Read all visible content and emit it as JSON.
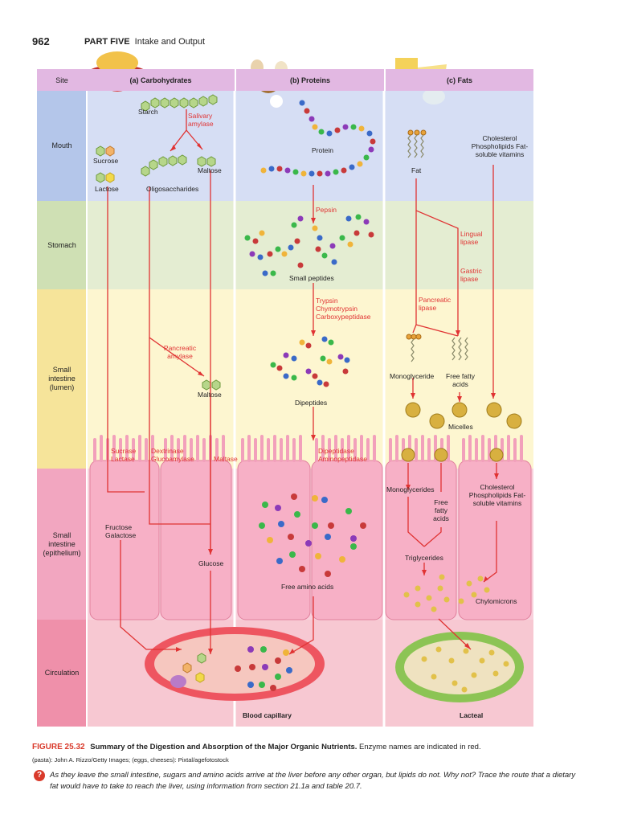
{
  "page": {
    "number": "962",
    "part": "PART FIVE",
    "part_title": "Intake and Output"
  },
  "columns": {
    "site": "Site",
    "carbs": "(a) Carbohydrates",
    "proteins": "(b) Proteins",
    "fats": "(c) Fats"
  },
  "rows": {
    "mouth": "Mouth",
    "stomach": "Stomach",
    "si_lumen": "Small intestine (lumen)",
    "si_epi": "Small intestine (epithelium)",
    "circulation": "Circulation"
  },
  "carbs": {
    "starch": "Starch",
    "salivary_amylase": "Salivary amylase",
    "sucrose": "Sucrose",
    "maltose": "Maltose",
    "lactose": "Lactose",
    "oligosaccharides": "Oligosaccharides",
    "pancreatic_amylase": "Pancreatic amylase",
    "maltose2": "Maltose",
    "sucrase_lactase": "Sucrase Lactase",
    "dextrinase": "Dextrinase Glucoamylase",
    "maltase": "Maltase",
    "fructose_galactose": "Fructose Galactose",
    "glucose": "Glucose"
  },
  "proteins": {
    "protein": "Protein",
    "pepsin": "Pepsin",
    "small_peptides": "Small peptides",
    "trypsin": "Trypsin Chymotrypsin Carboxypeptidase",
    "dipeptides": "Dipeptides",
    "dipeptidase": "Dipeptidase Aminopeptidase",
    "free_amino_acids": "Free amino acids"
  },
  "fats": {
    "lipid_list": "Cholesterol Phospholipids Fat-soluble vitamins",
    "fat": "Fat",
    "lingual_lipase": "Lingual lipase",
    "gastric_lipase": "Gastric lipase",
    "pancreatic_lipase": "Pancreatic lipase",
    "monoglyceride": "Monoglyceride",
    "free_fatty_acids": "Free fatty acids",
    "micelles": "Micelles",
    "monoglycerides": "Monoglycerides",
    "free_fatty_acids2": "Free fatty acids",
    "lipid_list2": "Cholesterol Phospholipids Fat-soluble vitamins",
    "triglycerides": "Triglycerides",
    "chylomicrons": "Chylomicrons"
  },
  "bottom": {
    "blood_capillary": "Blood capillary",
    "lacteal": "Lacteal"
  },
  "caption": {
    "figure": "FIGURE 25.32",
    "title": "Summary of the Digestion and Absorption of the Major Organic Nutrients.",
    "note": "Enzyme names are indicated in red.",
    "credit": "(pasta): John A. Rizzo/Getty Images; (eggs, cheeses): Pixtal/agefotostock",
    "question_icon": "?",
    "question": "As they leave the small intestine, sugars and amino acids arrive at the liver before any other organ, but lipids do not. Why not? Trace the route that a dietary fat would have to take to reach the liver, using information from section 21.1a and table 20.7."
  },
  "colors": {
    "enzyme": "#e03333",
    "mouth": "#d6def4",
    "stomach": "#e4edd2",
    "lumen": "#fdf6d0",
    "epithelium": "#f9d0dc",
    "circulation": "#f7c8d2",
    "header": "#e2b8e2"
  }
}
